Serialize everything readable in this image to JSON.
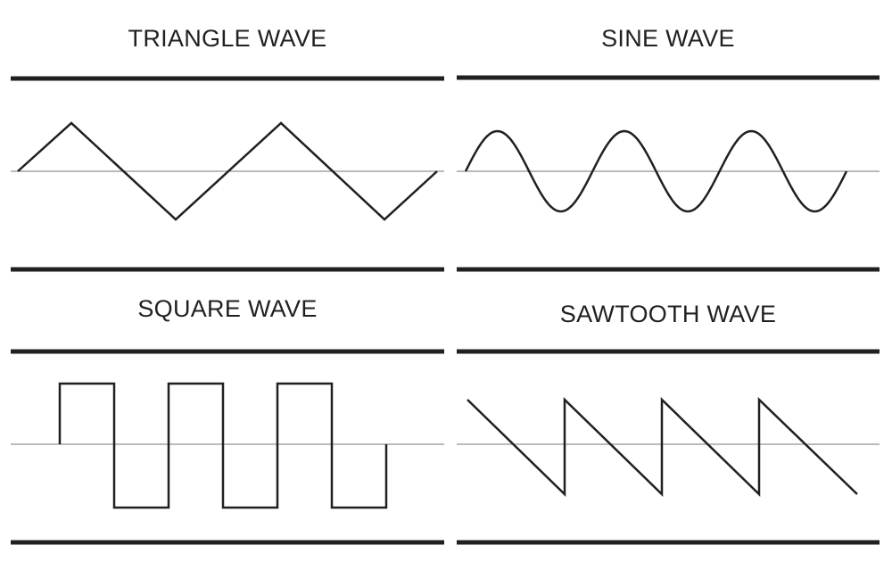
{
  "diagram": {
    "line_color": "#231f20",
    "axis_color": "#777777",
    "panels": [
      {
        "id": "triangle",
        "title": "TRIANGLE WAVE",
        "waveform": "triangle",
        "cycles": 2
      },
      {
        "id": "sine",
        "title": "SINE WAVE",
        "waveform": "sine",
        "cycles": 3
      },
      {
        "id": "square",
        "title": "SQUARE WAVE",
        "waveform": "square",
        "cycles": 3
      },
      {
        "id": "sawtooth",
        "title": "SAWTOOTH WAVE",
        "waveform": "sawtooth",
        "cycles": 4
      }
    ]
  }
}
